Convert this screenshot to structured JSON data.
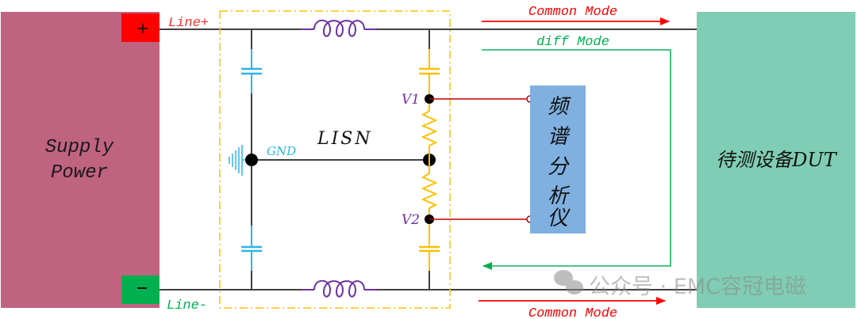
{
  "supply": {
    "label_line1": "Supply",
    "label_line2": "Power",
    "plus_symbol": "+",
    "minus_symbol": "-",
    "line_plus_label": "Line+",
    "line_minus_label": "Line-"
  },
  "lisn": {
    "label": "LISN",
    "gnd_label": "GND",
    "v1_label": "V1",
    "v2_label": "V2"
  },
  "analyzer": {
    "chars": [
      "频",
      "谱",
      "分",
      "析",
      "仪"
    ]
  },
  "dut": {
    "label": "待测设备DUT"
  },
  "modes": {
    "common_top": "Common Mode",
    "common_bottom": "Common Mode",
    "diff": "diff Mode"
  },
  "watermark": {
    "text": "公众号 · EMC容冠电磁",
    "icon": "wechat-icon"
  },
  "colors": {
    "supply_box": "#c06380",
    "plus_terminal": "#ff0000",
    "minus_terminal": "#00b050",
    "dut_box": "#7fcdb4",
    "analyzer_box": "#7fb0e0",
    "lisn_border": "#ffc000",
    "inductor": "#7030a0",
    "cap_left": "#2bb5e8",
    "cap_right": "#ffc000",
    "resistor": "#ffc000",
    "wire": "#404040",
    "common_mode": "#ff0000",
    "diff_mode": "#00b050",
    "probe": "#c00000",
    "gnd_text": "#2bb5e8",
    "v_text": "#7030a0"
  }
}
